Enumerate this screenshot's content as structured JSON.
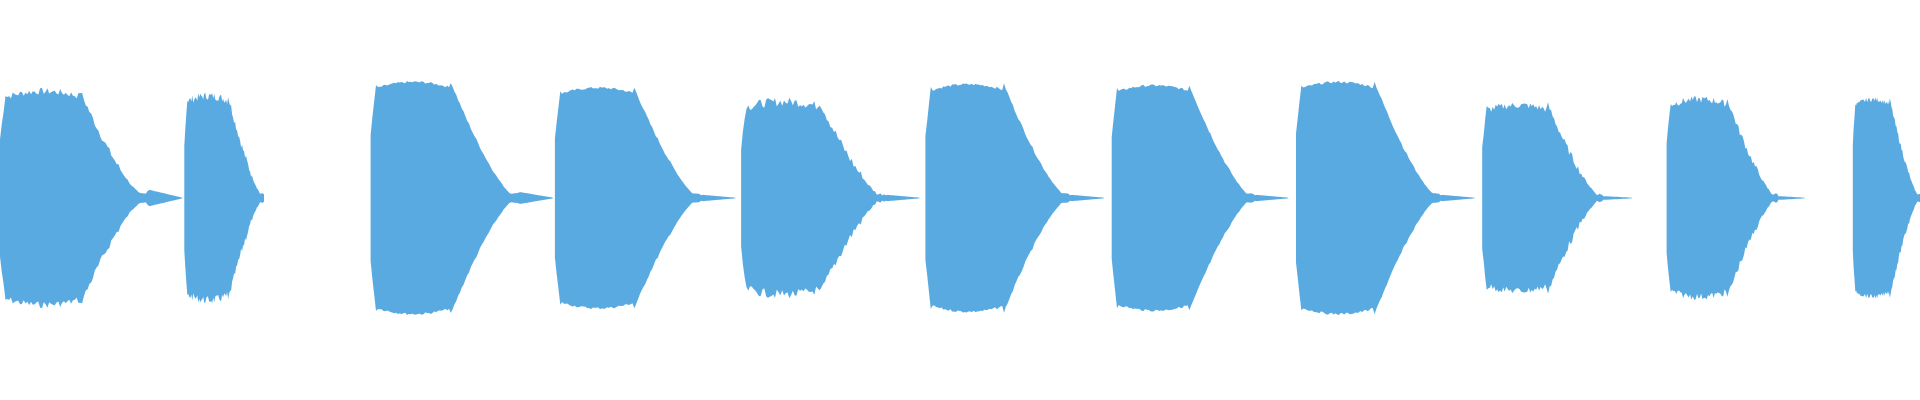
{
  "waveform": {
    "color": "#5aaae2",
    "background": "#ffffff"
  },
  "chart_data": {
    "type": "area",
    "description_of_axes": "",
    "title": "",
    "xlabel": "",
    "ylabel": "",
    "ylim": [
      -1,
      1
    ],
    "grid": false,
    "legend": "none",
    "series": [
      {
        "values": [
          {
            "start": 0.0,
            "peak": 0.92,
            "bodyEnd": 0.8,
            "tailAmp": 0.07,
            "end": 0.095,
            "jitter": 0.03
          },
          {
            "start": 0.096,
            "peak": 0.88,
            "bodyEnd": 0.83,
            "tailAmp": 0.0,
            "end": 0.146,
            "jitter": 0.035
          },
          {
            "start": 0.193,
            "peak": 1.0,
            "bodyEnd": 0.8,
            "tailAmp": 0.05,
            "end": 0.288,
            "jitter": 0.01
          },
          {
            "start": 0.289,
            "peak": 0.95,
            "bodyEnd": 0.8,
            "tailAmp": 0.025,
            "end": 0.383,
            "jitter": 0.01
          },
          {
            "start": 0.386,
            "peak": 0.83,
            "bodyEnd": 0.8,
            "tailAmp": 0.025,
            "end": 0.479,
            "jitter": 0.04
          },
          {
            "start": 0.482,
            "peak": 0.98,
            "bodyEnd": 0.8,
            "tailAmp": 0.025,
            "end": 0.575,
            "jitter": 0.01
          },
          {
            "start": 0.579,
            "peak": 0.97,
            "bodyEnd": 0.8,
            "tailAmp": 0.025,
            "end": 0.671,
            "jitter": 0.01
          },
          {
            "start": 0.675,
            "peak": 1.0,
            "bodyEnd": 0.8,
            "tailAmp": 0.025,
            "end": 0.768,
            "jitter": 0.01
          },
          {
            "start": 0.772,
            "peak": 0.8,
            "bodyEnd": 0.8,
            "tailAmp": 0.013,
            "end": 0.85,
            "jitter": 0.03
          },
          {
            "start": 0.868,
            "peak": 0.85,
            "bodyEnd": 0.8,
            "tailAmp": 0.013,
            "end": 0.94,
            "jitter": 0.03
          },
          {
            "start": 0.965,
            "peak": 0.85,
            "bodyEnd": 1.0,
            "tailAmp": 0.0,
            "end": 1.0,
            "jitter": 0.02
          }
        ]
      }
    ]
  }
}
